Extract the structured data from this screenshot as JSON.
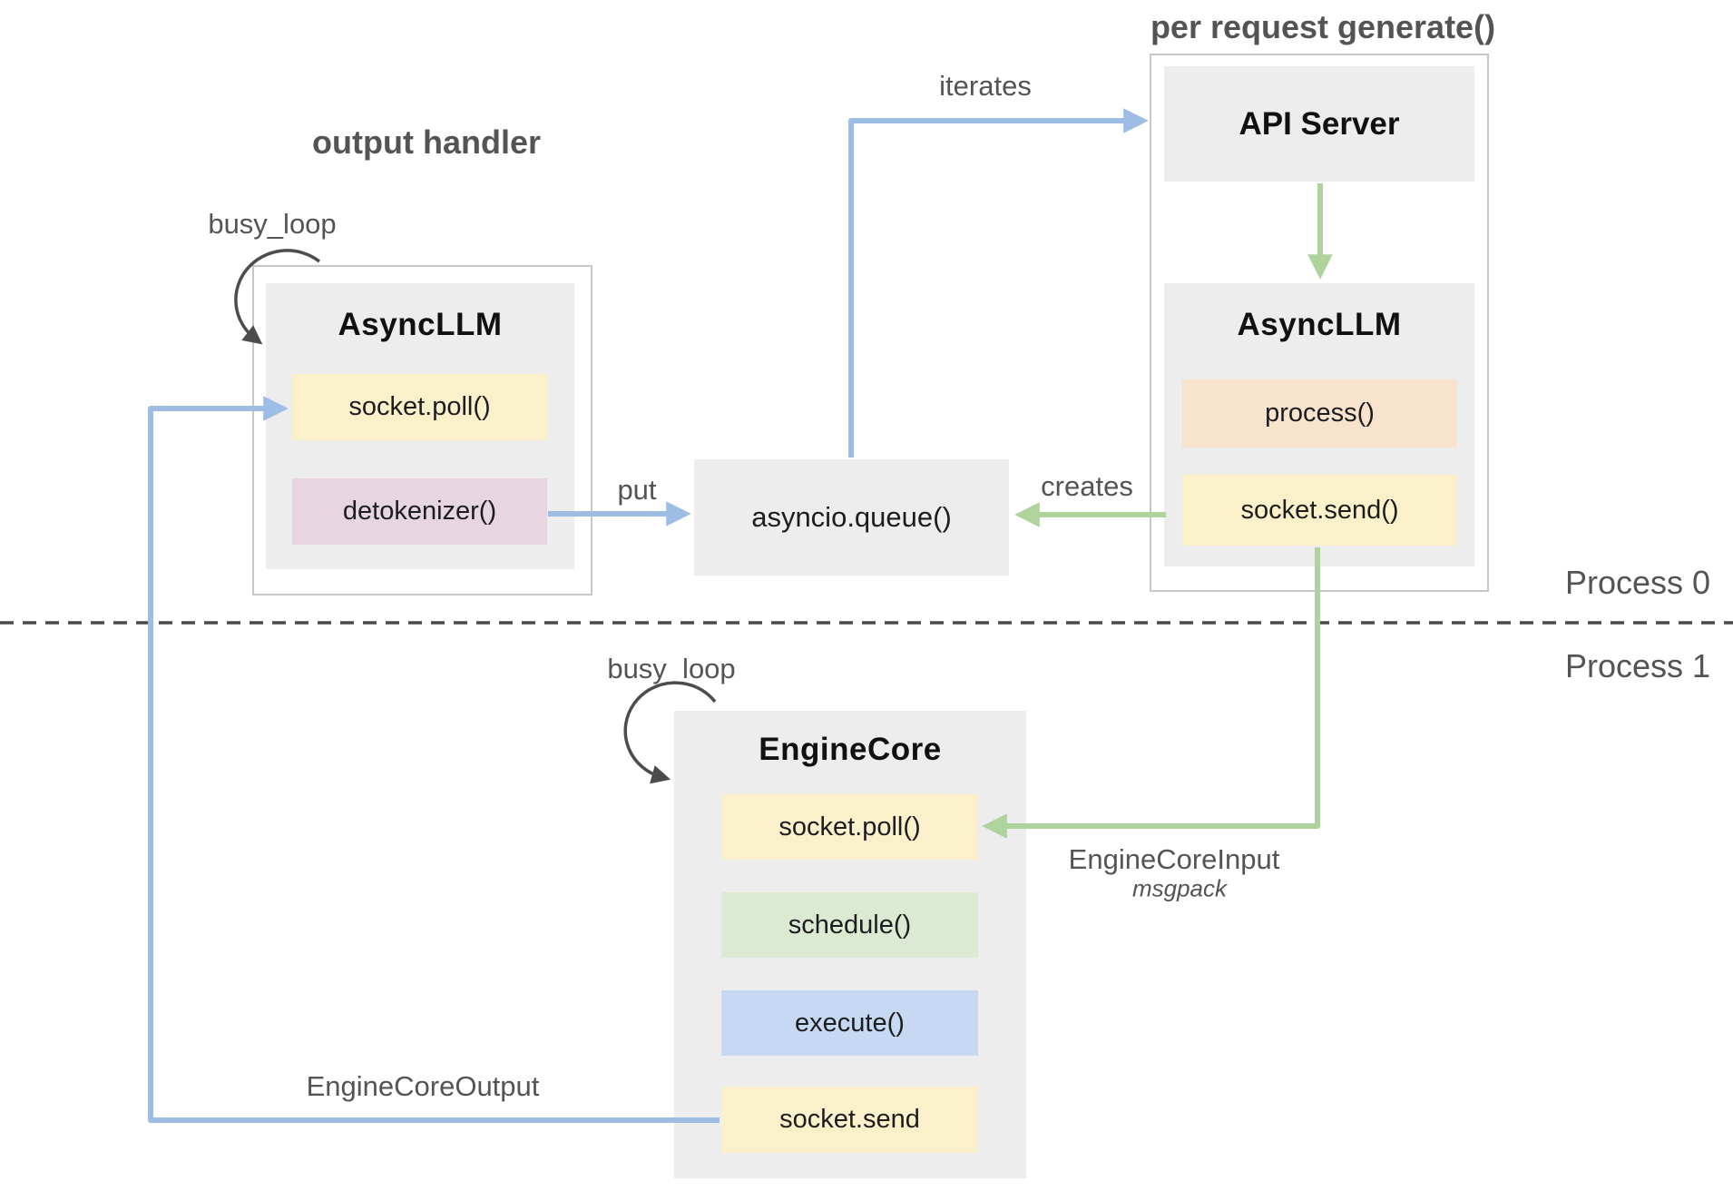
{
  "section_titles": {
    "output_handler": "output handler",
    "per_request_generate": "per request generate()"
  },
  "process_lanes": {
    "process0": "Process 0",
    "process1": "Process 1"
  },
  "nodes": {
    "async_llm_left": {
      "title": "AsyncLLM",
      "methods": [
        {
          "label": "socket.poll()",
          "color": "#faf1ca"
        },
        {
          "label": "detokenizer()",
          "color": "#e7d5df"
        }
      ]
    },
    "api_server": {
      "title": "API Server"
    },
    "async_llm_right": {
      "title": "AsyncLLM",
      "methods": [
        {
          "label": "process()",
          "color": "#f8e4cd"
        },
        {
          "label": "socket.send()",
          "color": "#faf1ca"
        }
      ]
    },
    "asyncio_queue": {
      "label": "asyncio.queue()"
    },
    "engine_core": {
      "title": "EngineCore",
      "methods": [
        {
          "label": "socket.poll()",
          "color": "#faf1ca"
        },
        {
          "label": "schedule()",
          "color": "#dcead3"
        },
        {
          "label": "execute()",
          "color": "#c6d8f2"
        },
        {
          "label": "socket.send",
          "color": "#faf1ca"
        }
      ]
    }
  },
  "edge_labels": {
    "busy_loop_output_handler": "busy_loop",
    "busy_loop_engine_core": "busy_loop",
    "iterates": "iterates",
    "put": "put",
    "creates": "creates",
    "engine_core_input": "EngineCoreInput",
    "engine_core_input_serialization": "msgpack",
    "engine_core_output": "EngineCoreOutput"
  },
  "colors": {
    "panel_gray": "#ededed",
    "arrow_blue": "#9dbde4",
    "arrow_green": "#aed39d",
    "loop_dark": "#4c4c4c",
    "divider_dark": "#4a4a4a"
  }
}
